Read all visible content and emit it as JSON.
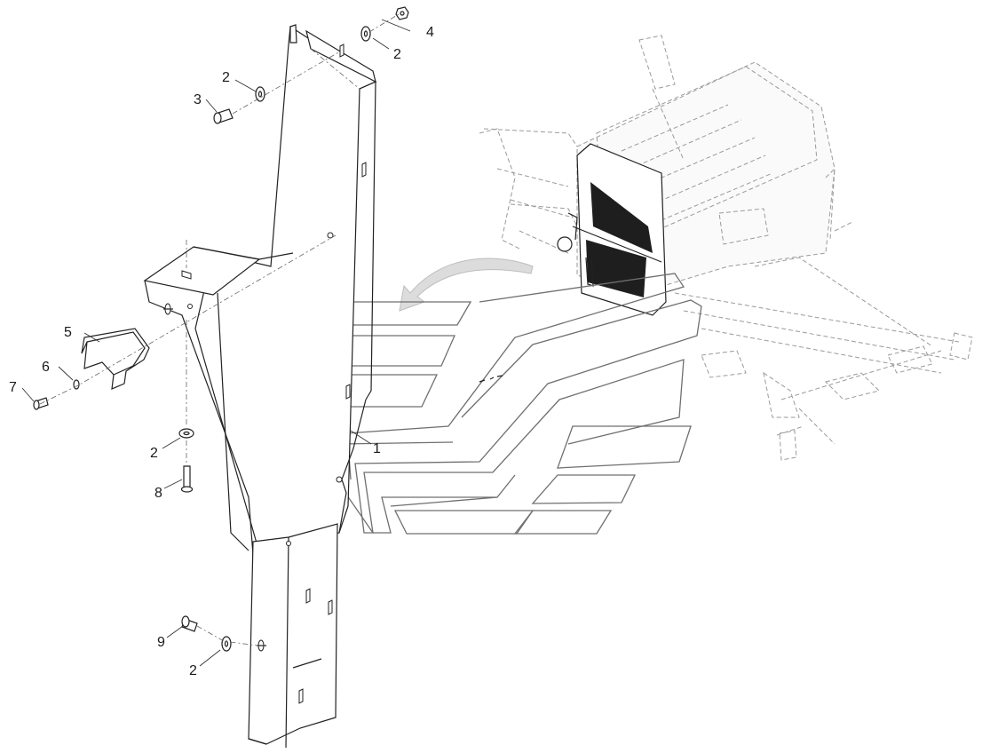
{
  "callouts": [
    {
      "id": "c1",
      "label": "1"
    },
    {
      "id": "c2a",
      "label": "2"
    },
    {
      "id": "c2b",
      "label": "2"
    },
    {
      "id": "c2c",
      "label": "2"
    },
    {
      "id": "c2d",
      "label": "2"
    },
    {
      "id": "c3",
      "label": "3"
    },
    {
      "id": "c4",
      "label": "4"
    },
    {
      "id": "c5",
      "label": "5"
    },
    {
      "id": "c6",
      "label": "6"
    },
    {
      "id": "c7",
      "label": "7"
    },
    {
      "id": "c8",
      "label": "8"
    },
    {
      "id": "c9",
      "label": "9"
    }
  ],
  "colors": {
    "line": "#222222",
    "ghost": "#9a9a9a",
    "band": "#6f6f6f",
    "dark": "#1e1e1e",
    "arrow": "#dcdcdc"
  }
}
